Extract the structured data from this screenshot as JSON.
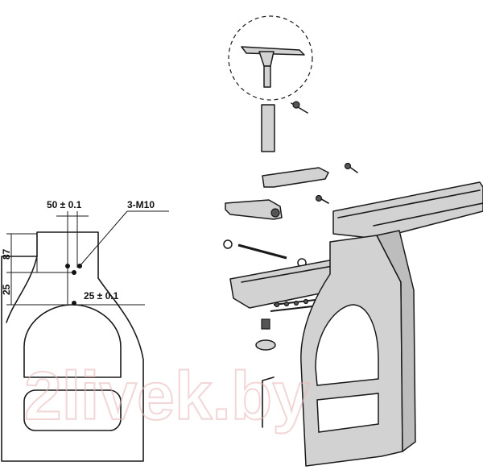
{
  "dimensions": {
    "spacing_top": "50 ± 0.1",
    "threads": "3-M10",
    "height_upper": "87",
    "height_lower": "25",
    "offset_lower": "25 ± 0.1"
  },
  "watermark": "2livek.by"
}
